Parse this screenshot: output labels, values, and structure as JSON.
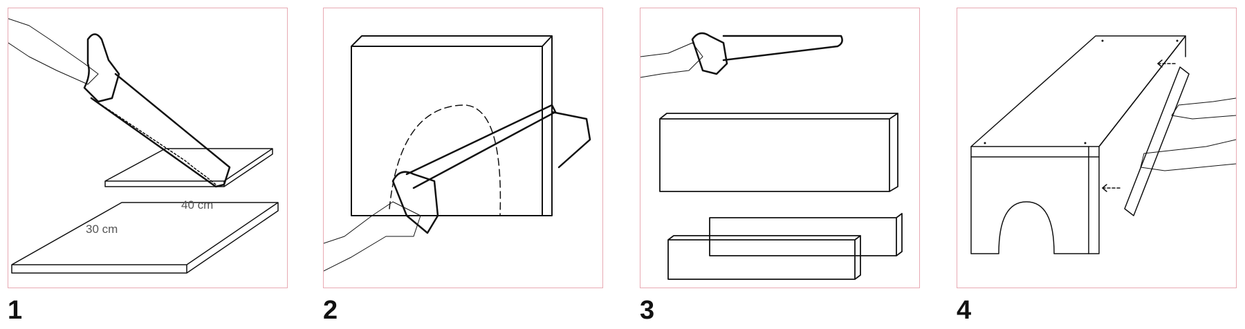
{
  "steps": [
    {
      "number": "1",
      "labels": {
        "width": "40 cm",
        "depth": "30 cm"
      }
    },
    {
      "number": "2"
    },
    {
      "number": "3"
    },
    {
      "number": "4"
    }
  ],
  "colors": {
    "frame": "#e8a9b3",
    "ink": "#111111"
  }
}
